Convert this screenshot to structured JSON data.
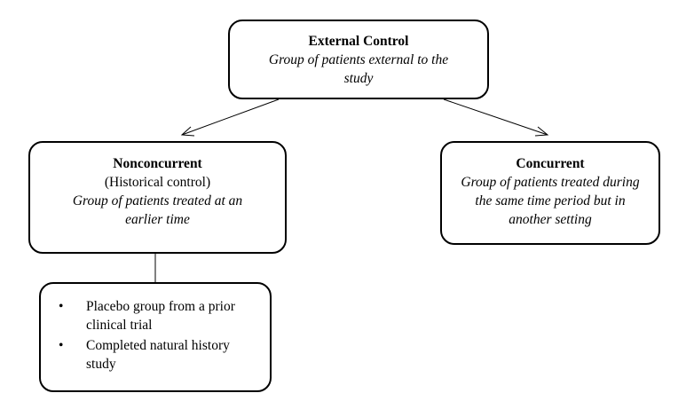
{
  "nodes": {
    "external": {
      "title": "External Control",
      "description": "Group of patients external to the study"
    },
    "nonconcurrent": {
      "title": "Nonconcurrent",
      "subtitle": "(Historical control)",
      "description": "Group of patients treated at an earlier time"
    },
    "concurrent": {
      "title": "Concurrent",
      "description": "Group of patients treated during the same time period but in another setting"
    },
    "examples": {
      "bullet_symbol": "•",
      "items": [
        "Placebo group from a prior clinical trial",
        "Completed natural history study"
      ]
    }
  },
  "edges": [
    {
      "from": "external",
      "to": "nonconcurrent",
      "style": "arrow"
    },
    {
      "from": "external",
      "to": "concurrent",
      "style": "arrow"
    },
    {
      "from": "nonconcurrent",
      "to": "examples",
      "style": "line"
    }
  ],
  "colors": {
    "stroke": "#000000",
    "background": "#ffffff"
  }
}
